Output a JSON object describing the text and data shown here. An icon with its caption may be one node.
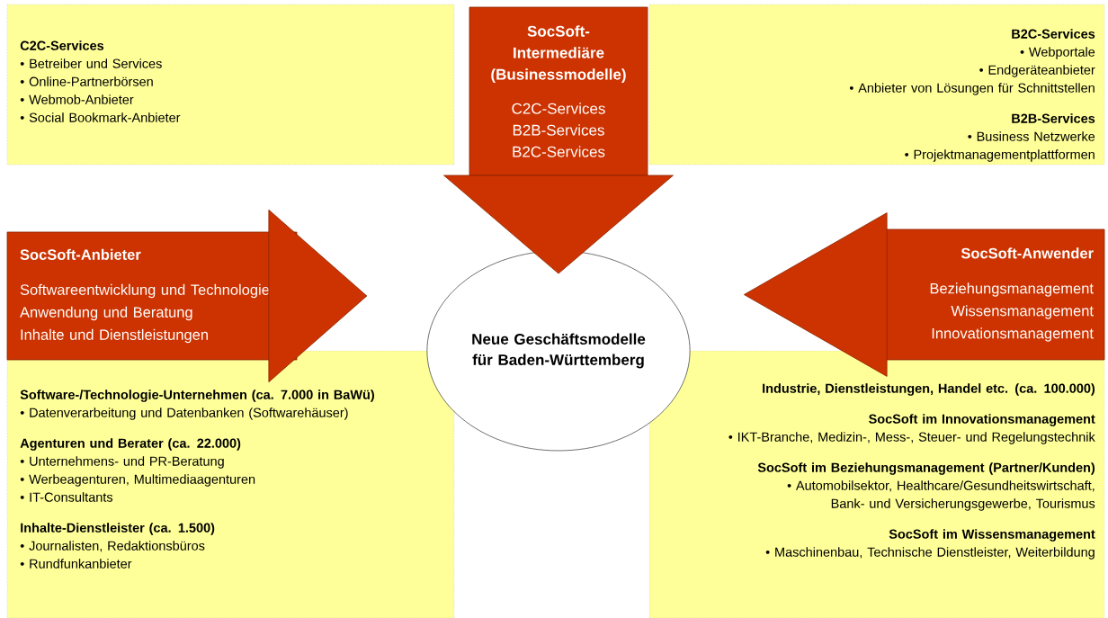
{
  "diagram": {
    "nodes": [
      {
        "text": [
          "C2C-Services",
          "• Betreiber und Services",
          "• Online-Partnerbörsen",
          "• Webmob-Anbieter",
          "• Social Bookmark-Anbieter"
        ]
      },
      {
        "text": [
          "SocSoft-Intermediäre (Businessmodelle)",
          "C2C-Services",
          "B2B-Services",
          "B2C-Services"
        ]
      },
      {
        "text": [
          "B2C-Services",
          "• Webportale",
          "• Endgeräteanbieter",
          "• Anbieter von Lösungen für Schnittstellen",
          "B2B-Services",
          "• Business Netzwerke",
          "• Projektmanagementplattformen"
        ]
      },
      {
        "text": [
          "SocSoft-Anbieter",
          "Softwareentwicklung und Technologie",
          "Anwendung und Beratung",
          "Inhalte und Dienstleistungen"
        ]
      },
      {
        "text": [
          "SocSoft-Anwender",
          "Beziehungsmanagement",
          "Wissensmanagement",
          "Innovationsmanagement"
        ]
      },
      {
        "text": [
          "Neue Geschäftsmodelle für Baden-Württemberg"
        ]
      },
      {
        "text": [
          "Software-/Technologie-Unternehmen (ca. 7.000 in BaWü)",
          "• Datenverarbeitung und Datenbanken (Softwarehäuser)",
          "Agenturen und Berater (ca. 22.000)",
          "• Unternehmens- und PR-Beratung",
          "• Werbeagenturen, Multimediaagenturen",
          "• IT-Consultants",
          "Inhalte-Dienstleister (ca. 1.500)",
          "• Journalisten, Redaktionsbüros",
          "• Rundfunkanbieter"
        ]
      },
      {
        "text": [
          "Industrie, Dienstleistungen, Handel etc. (ca. 100.000)",
          "SocSoft im Innovationsmanagement",
          "• IKT-Branche, Medizin-, Mess-, Steuer- und Regelungstechnik",
          "SocSoft im Beziehungsmanagement (Partner/Kunden)",
          "• Automobilsektor, Healthcare/Gesundheitswirtschaft, Bank- und Versicherungsgewerbe, Tourismus",
          "SocSoft im Wissensmanagement",
          "• Maschinenbau, Technische Dienstleister, Weiterbildung"
        ]
      }
    ],
    "edges": [
      {
        "from": 1,
        "to": 5,
        "arrow": "to"
      },
      {
        "from": 3,
        "to": 5,
        "arrow": "to"
      },
      {
        "from": 4,
        "to": 5,
        "arrow": "to"
      }
    ]
  }
}
